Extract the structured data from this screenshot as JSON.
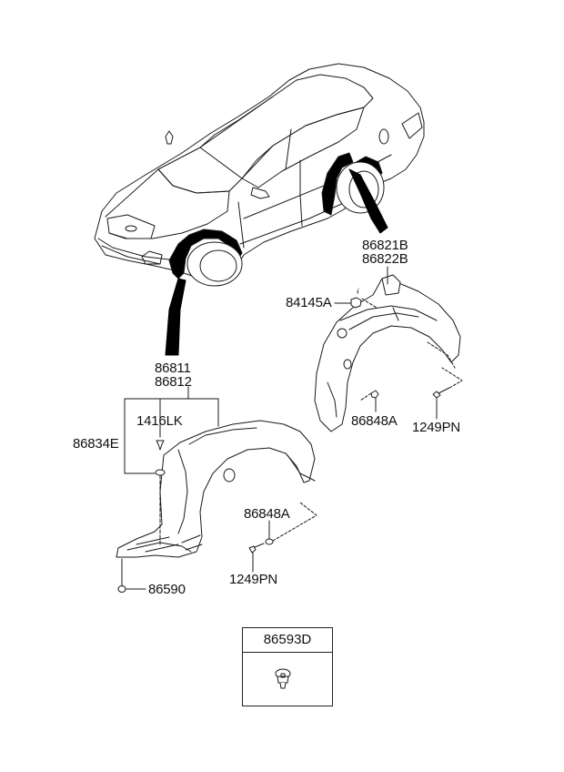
{
  "diagram": {
    "subject": "Wheel guard (inner fender liner) assembly",
    "colors": {
      "line": "#1a1a1a",
      "background": "#ffffff",
      "part_fill": "#ffffff",
      "arrow": "#000000"
    },
    "callouts": {
      "rear_guard_lh": "86821B",
      "rear_guard_rh": "86822B",
      "rear_nut": "84145A",
      "rear_clip": "86848A",
      "rear_screw": "1249PN",
      "front_guard_lh": "86811",
      "front_guard_rh": "86812",
      "front_bolt": "1416LK",
      "front_retainer": "86834E",
      "front_clip": "86848A",
      "front_screw": "1249PN",
      "front_lower_clip": "86590"
    },
    "kit_box": {
      "part_number": "86593D",
      "icon": "push-clip-icon"
    }
  }
}
